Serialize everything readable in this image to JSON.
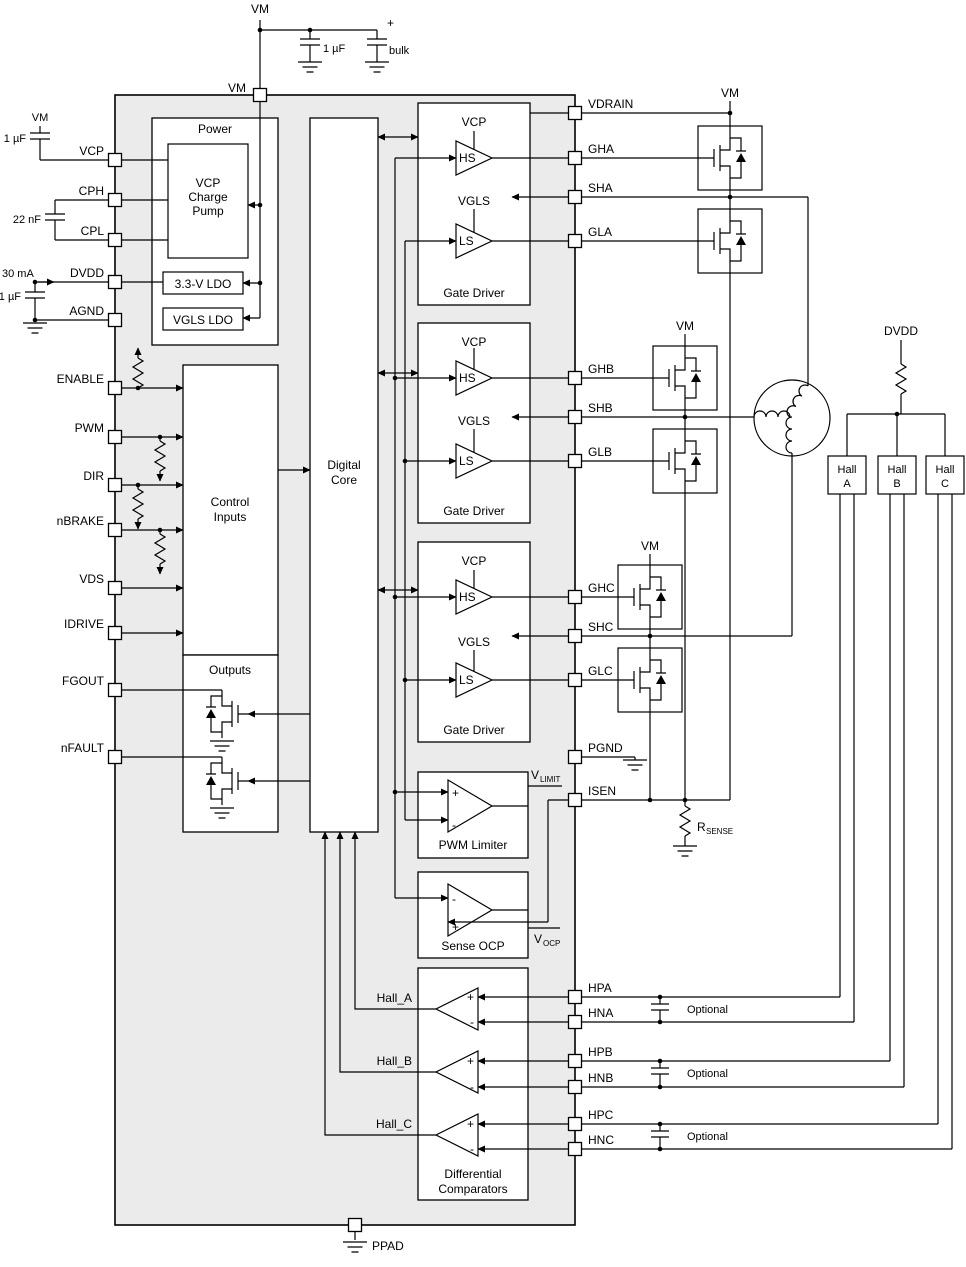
{
  "top": {
    "vm": "VM",
    "vm_pin": "VM",
    "cap": "1 µF",
    "bulk": "bulk",
    "plus": "+"
  },
  "left_ext": {
    "vm": "VM",
    "cap_vcp": "1 µF",
    "cap_cp": "22 nF",
    "current": "30 mA",
    "cap_dvdd": "1 µF"
  },
  "left_pins": {
    "vcp": "VCP",
    "cph": "CPH",
    "cpl": "CPL",
    "dvdd": "DVDD",
    "agnd": "AGND",
    "enable": "ENABLE",
    "pwm": "PWM",
    "dir": "DIR",
    "nbrake": "nBRAKE",
    "vds": "VDS",
    "idrive": "IDRIVE",
    "fgout": "FGOUT",
    "nfault": "nFAULT"
  },
  "right_pins": {
    "vdrain": "VDRAIN",
    "gha": "GHA",
    "sha": "SHA",
    "gla": "GLA",
    "ghb": "GHB",
    "shb": "SHB",
    "glb": "GLB",
    "ghc": "GHC",
    "shc": "SHC",
    "glc": "GLC",
    "pgnd": "PGND",
    "isen": "ISEN",
    "hpa": "HPA",
    "hna": "HNA",
    "hpb": "HPB",
    "hnb": "HNB",
    "hpc": "HPC",
    "hnc": "HNC"
  },
  "power": {
    "title": "Power",
    "cp1": "VCP",
    "cp2": "Charge",
    "cp3": "Pump",
    "ldo33": "3.3-V LDO",
    "ldovgls": "VGLS LDO"
  },
  "control": {
    "l1": "Control",
    "l2": "Inputs"
  },
  "outputs": {
    "title": "Outputs"
  },
  "core": {
    "l1": "Digital",
    "l2": "Core"
  },
  "gd": {
    "vcp": "VCP",
    "hs": "HS",
    "vgls": "VGLS",
    "ls": "LS",
    "title": "Gate Driver"
  },
  "pwm_limiter": {
    "plus": "+",
    "minus": "-",
    "title": "PWM Limiter",
    "v": "V",
    "vsub": "LIMIT"
  },
  "sense_ocp": {
    "minus": "-",
    "plus": "+",
    "title": "Sense OCP",
    "v": "V",
    "vsub": "OCP"
  },
  "comp": {
    "hall_a": "Hall_A",
    "hall_b": "Hall_B",
    "hall_c": "Hall_C",
    "plus": "+",
    "minus": "-",
    "t1": "Differential",
    "t2": "Comparators"
  },
  "right_ext": {
    "vm": "VM",
    "dvdd": "DVDD",
    "hall": "Hall",
    "a": "A",
    "b": "B",
    "c": "C",
    "r": "R",
    "rsub": "SENSE",
    "optional": "Optional"
  },
  "bottom": {
    "ppad": "PPAD"
  }
}
